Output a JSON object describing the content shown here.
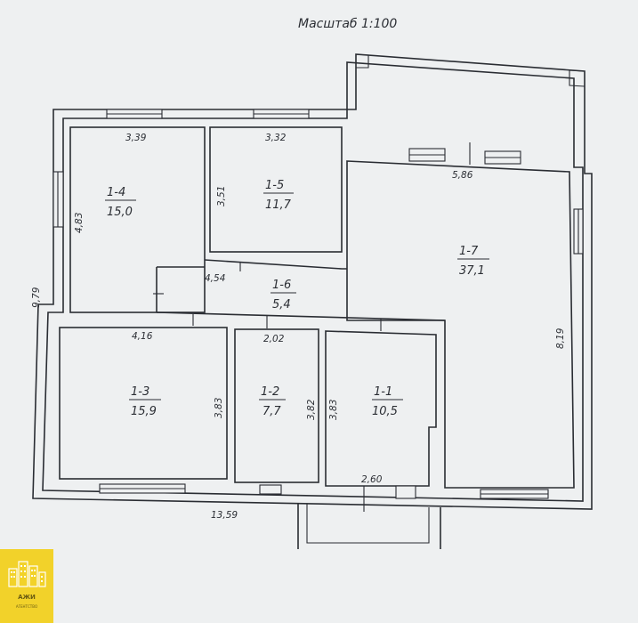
{
  "title": "Масштаб  1:100",
  "rooms": [
    {
      "id": "1-1",
      "area": "10,5"
    },
    {
      "id": "1-2",
      "area": "7,7"
    },
    {
      "id": "1-3",
      "area": "15,9"
    },
    {
      "id": "1-4",
      "area": "15,0"
    },
    {
      "id": "1-5",
      "area": "11,7"
    },
    {
      "id": "1-6",
      "area": "5,4"
    },
    {
      "id": "1-7",
      "area": "37,1"
    }
  ],
  "dimensions": {
    "top_room_1_4": "3,39",
    "top_room_1_5": "3,32",
    "room_1_7_top": "5,86",
    "room_1_4_side": "4,83",
    "room_1_5_side": "3,51",
    "corridor_width": "4,54",
    "left_total": "9,79",
    "right_total": "8,19",
    "room_1_3_top": "4,16",
    "room_1_2_top": "2,02",
    "room_1_3_side": "3,83",
    "room_1_2_side": "3,82",
    "room_1_1_side": "3,83",
    "entrance": "2,60",
    "bottom_total": "13,59"
  },
  "logo": {
    "line1": "АЖИ",
    "line2": "АГЕНТСТВО"
  },
  "colors": {
    "paper": "#eef0f1",
    "ink": "#2a2d33",
    "logo_bg": "#f2d22a"
  }
}
